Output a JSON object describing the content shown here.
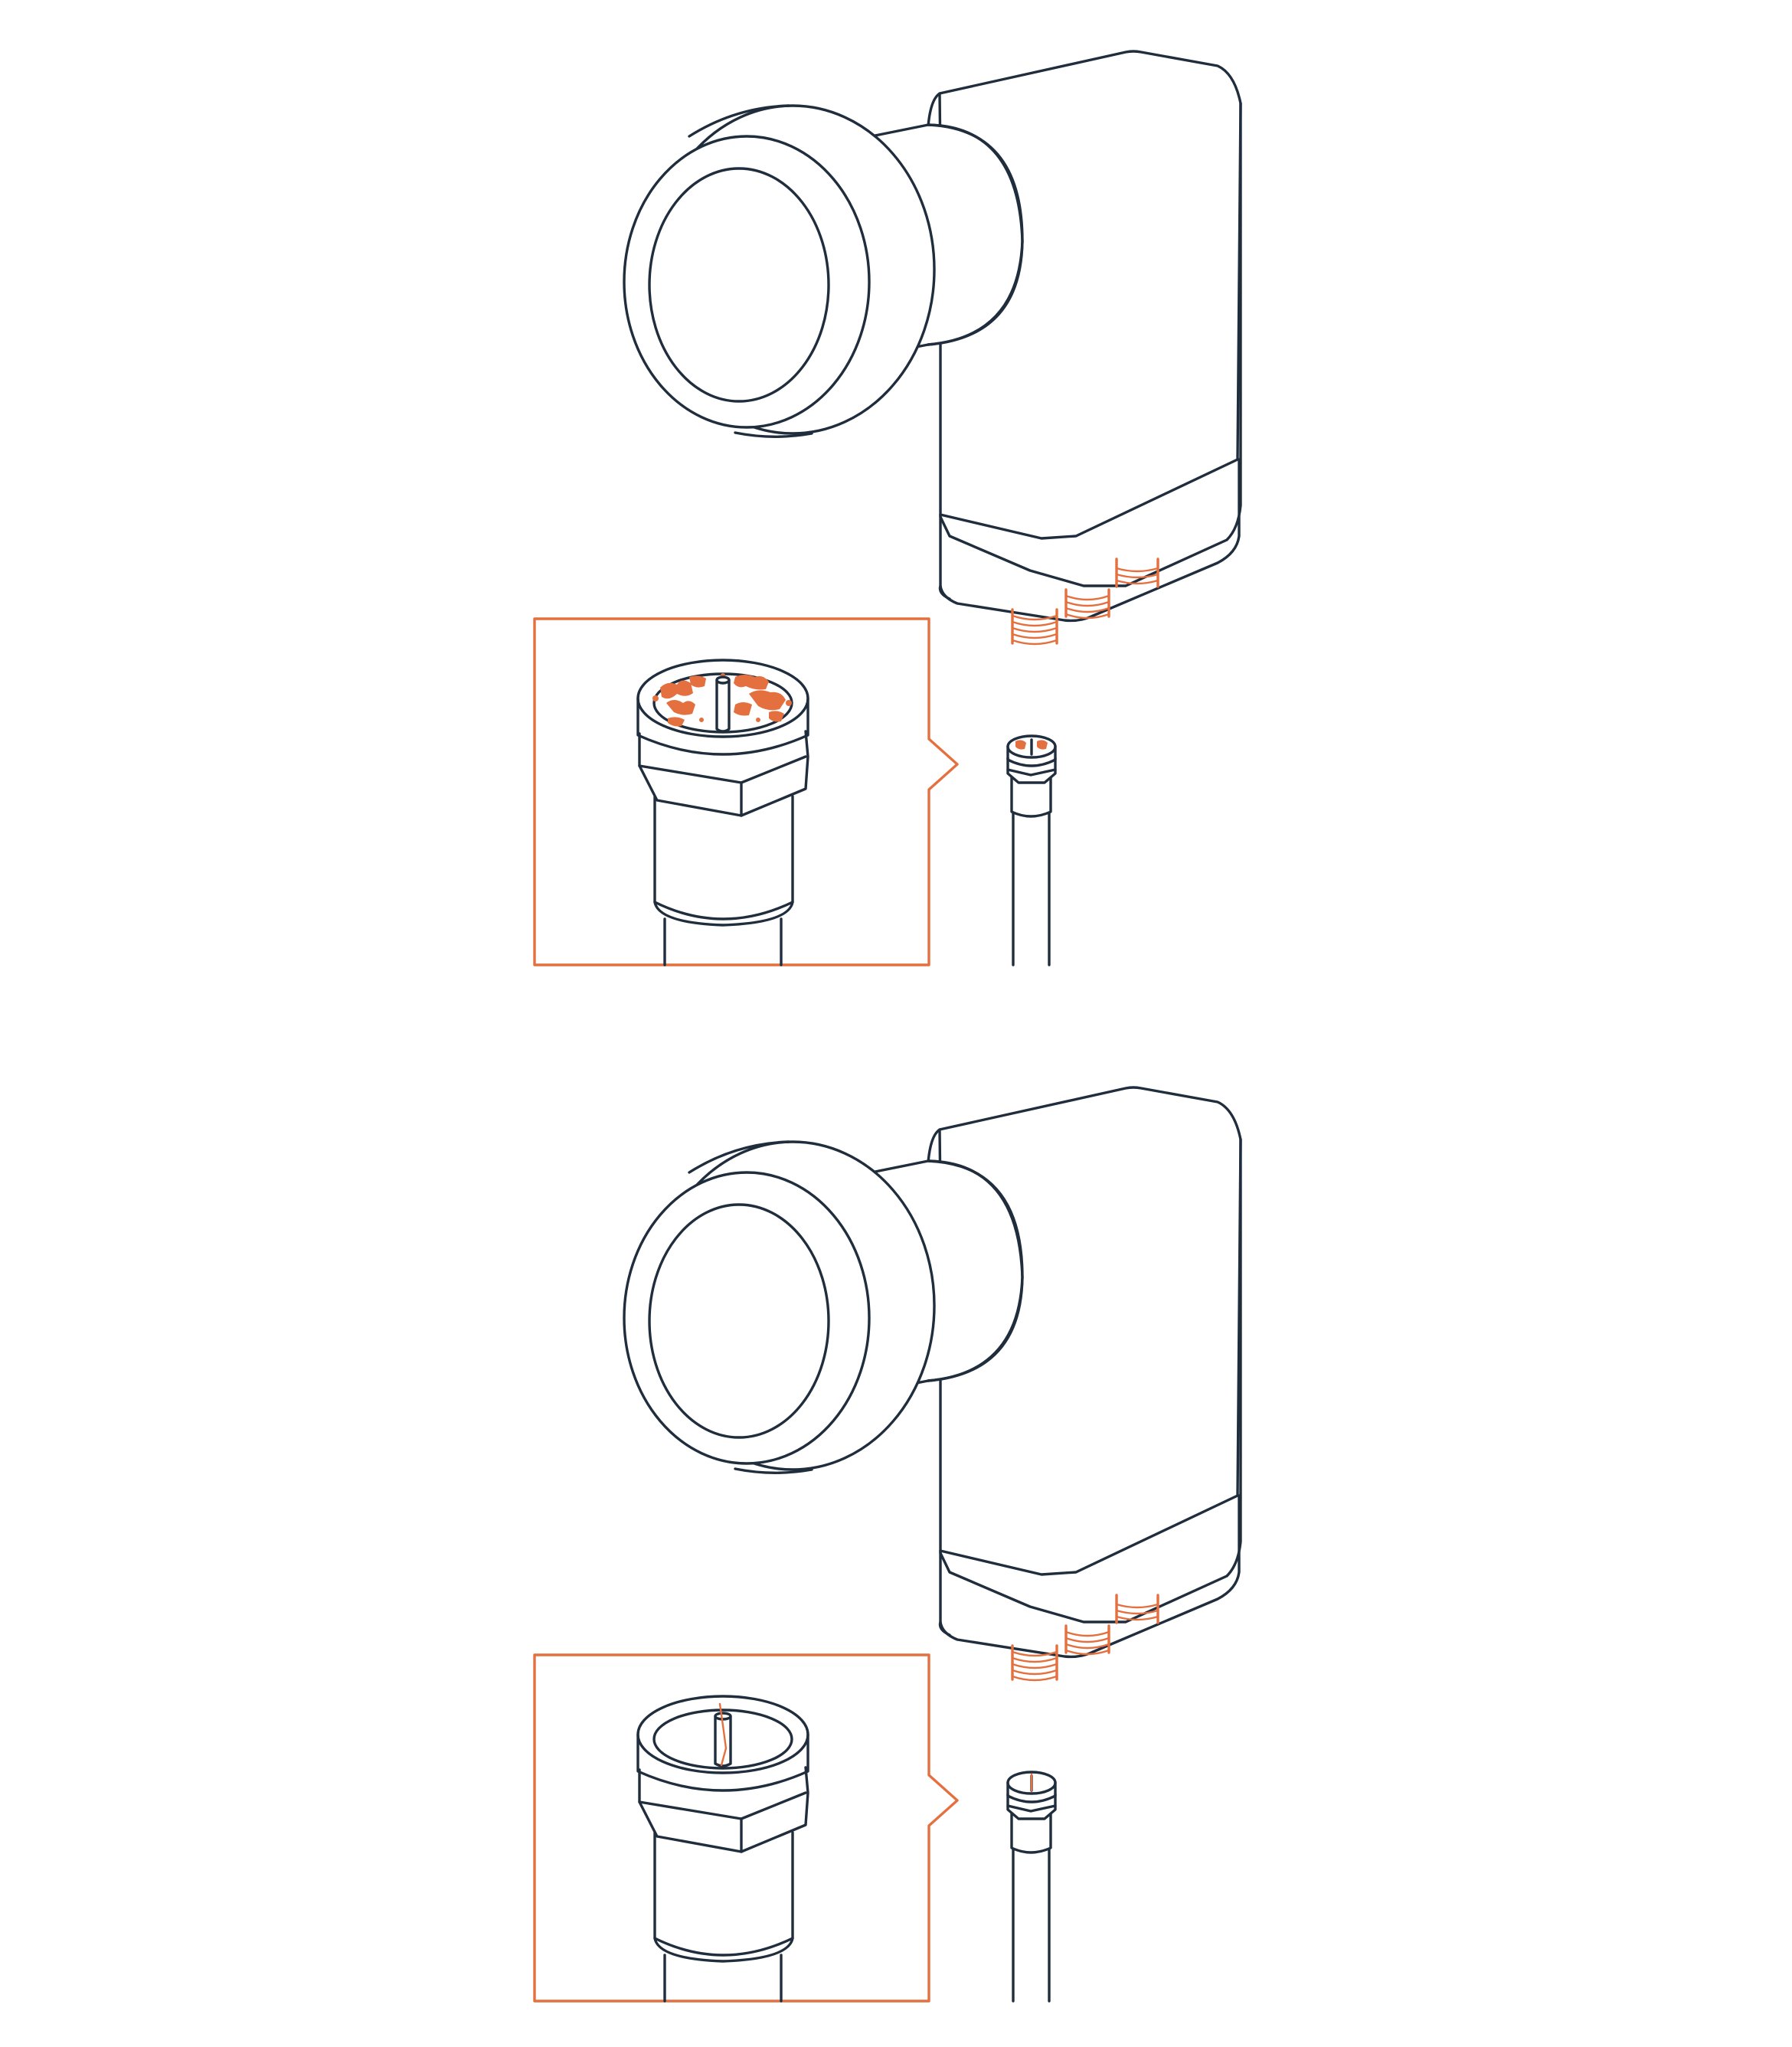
{
  "colors": {
    "line": "#1f2d3d",
    "accent": "#e4703f",
    "background": "#ffffff"
  },
  "panels": [
    {
      "id": "dirty",
      "device": "lnb",
      "connector_state": "corroded-dirty",
      "icons": [
        "lnb-icon",
        "f-connector-icon",
        "coax-cable-icon",
        "dirt-icon"
      ]
    },
    {
      "id": "clean",
      "device": "lnb",
      "connector_state": "clean",
      "icons": [
        "lnb-icon",
        "f-connector-icon",
        "coax-cable-icon"
      ]
    }
  ]
}
